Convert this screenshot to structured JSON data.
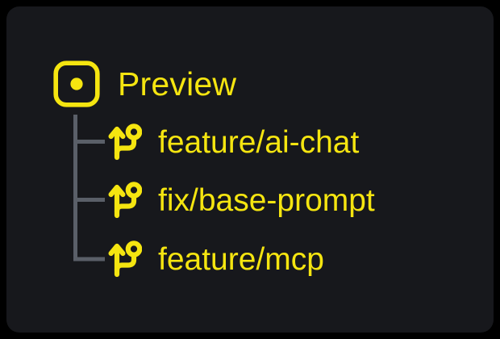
{
  "theme": {
    "outer_background": "#000000",
    "panel_background": "#17181c",
    "accent": "#f5e510",
    "connector_line": "#5a5f68"
  },
  "tree": {
    "root": {
      "icon": "rounded-square-dot-icon",
      "label": "Preview"
    },
    "branches": [
      {
        "icon": "git-branch-icon",
        "label": "feature/ai-chat"
      },
      {
        "icon": "git-branch-icon",
        "label": "fix/base-prompt"
      },
      {
        "icon": "git-branch-icon",
        "label": "feature/mcp"
      }
    ]
  }
}
